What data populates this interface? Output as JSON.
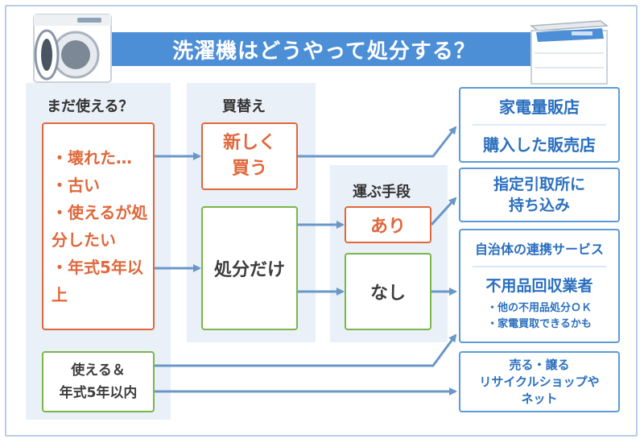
{
  "title": "洗濯機はどうやって処分する？",
  "headers": {
    "usable": "まだ使える？",
    "replace": "買替え",
    "transport": "運ぶ手段"
  },
  "conditions": {
    "items": [
      "・壊れた…",
      "・古い",
      "・使えるが処分したい",
      "・年式5年以上"
    ]
  },
  "replace_box": {
    "line1": "新しく",
    "line2": "買う"
  },
  "dispose_box": {
    "label": "処分だけ"
  },
  "transport_yes": {
    "label": "あり"
  },
  "transport_no": {
    "label": "なし"
  },
  "usable_box": {
    "line1": "使える＆",
    "line2": "年式5年以内"
  },
  "destinations": {
    "store1": "家電量販店",
    "store2": "購入した販売店",
    "dropoff_line1": "指定引取所に",
    "dropoff_line2": "持ち込み",
    "municipal": "自治体の連携サービス",
    "collector": "不用品回収業者",
    "collector_note1": "・他の不用品処分ＯＫ",
    "collector_note2": "・家電買取できるかも",
    "sell_line1": "売る・譲る",
    "sell_line2": "リサイクルショップや",
    "sell_line3": "ネット"
  },
  "colors": {
    "title_bg": "#4d8fd6",
    "panel_bg": "#eaf0f8",
    "orange": "#e0673b",
    "green": "#7ab648",
    "blue": "#5b9bd8",
    "arrow": "#6a97c9"
  }
}
